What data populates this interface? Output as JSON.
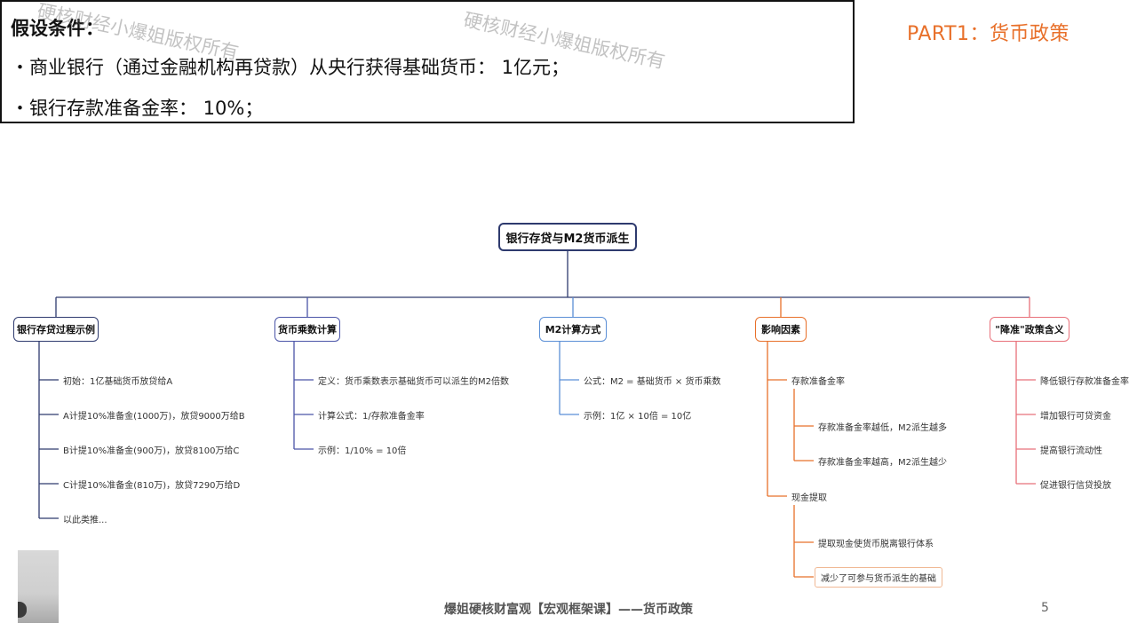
{
  "header": {
    "part_title": "PART1：货币政策"
  },
  "assumption": {
    "title": "假设条件：",
    "lines": [
      "・商业银行（通过金融机构再贷款）从央行获得基础货币： 1亿元；",
      "・银行存款准备金率： 10%；"
    ]
  },
  "watermark": "硬核财经小爆姐版权所有",
  "mindmap": {
    "root": "银行存贷与M2货币派生",
    "branches": [
      {
        "label": "银行存贷过程示例",
        "color": "#2e3a6e",
        "items": [
          "初始：1亿基础货币放贷给A",
          "A计提10%准备金(1000万)，放贷9000万给B",
          "B计提10%准备金(900万)，放贷8100万给C",
          "C计提10%准备金(810万)，放贷7290万给D",
          "以此类推..."
        ]
      },
      {
        "label": "货币乘数计算",
        "color": "#4b55a8",
        "items": [
          "定义：货币乘数表示基础货币可以派生的M2倍数",
          "计算公式：1/存款准备金率",
          "示例：1/10% = 10倍"
        ]
      },
      {
        "label": "M2计算方式",
        "color": "#5b8fd6",
        "items": [
          "公式：M2 = 基础货币 × 货币乘数",
          "示例：1亿 × 10倍 = 10亿"
        ]
      },
      {
        "label": "影响因素",
        "color": "#e8702a",
        "items": [
          {
            "label": "存款准备金率",
            "children": [
              "存款准备金率越低，M2派生越多",
              "存款准备金率越高，M2派生越少"
            ]
          },
          {
            "label": "现金提取",
            "children": [
              "提取现金使货币脱离银行体系",
              "减少了可参与货币派生的基础"
            ]
          }
        ]
      },
      {
        "label": "\"降准\"政策含义",
        "color": "#e8707a",
        "items": [
          "降低银行存款准备金率",
          "增加银行可贷资金",
          "提高银行流动性",
          "促进银行信贷投放"
        ]
      }
    ]
  },
  "footer": {
    "text": "爆姐硬核财富观【宏观框架课】——货币政策",
    "page": "5"
  }
}
